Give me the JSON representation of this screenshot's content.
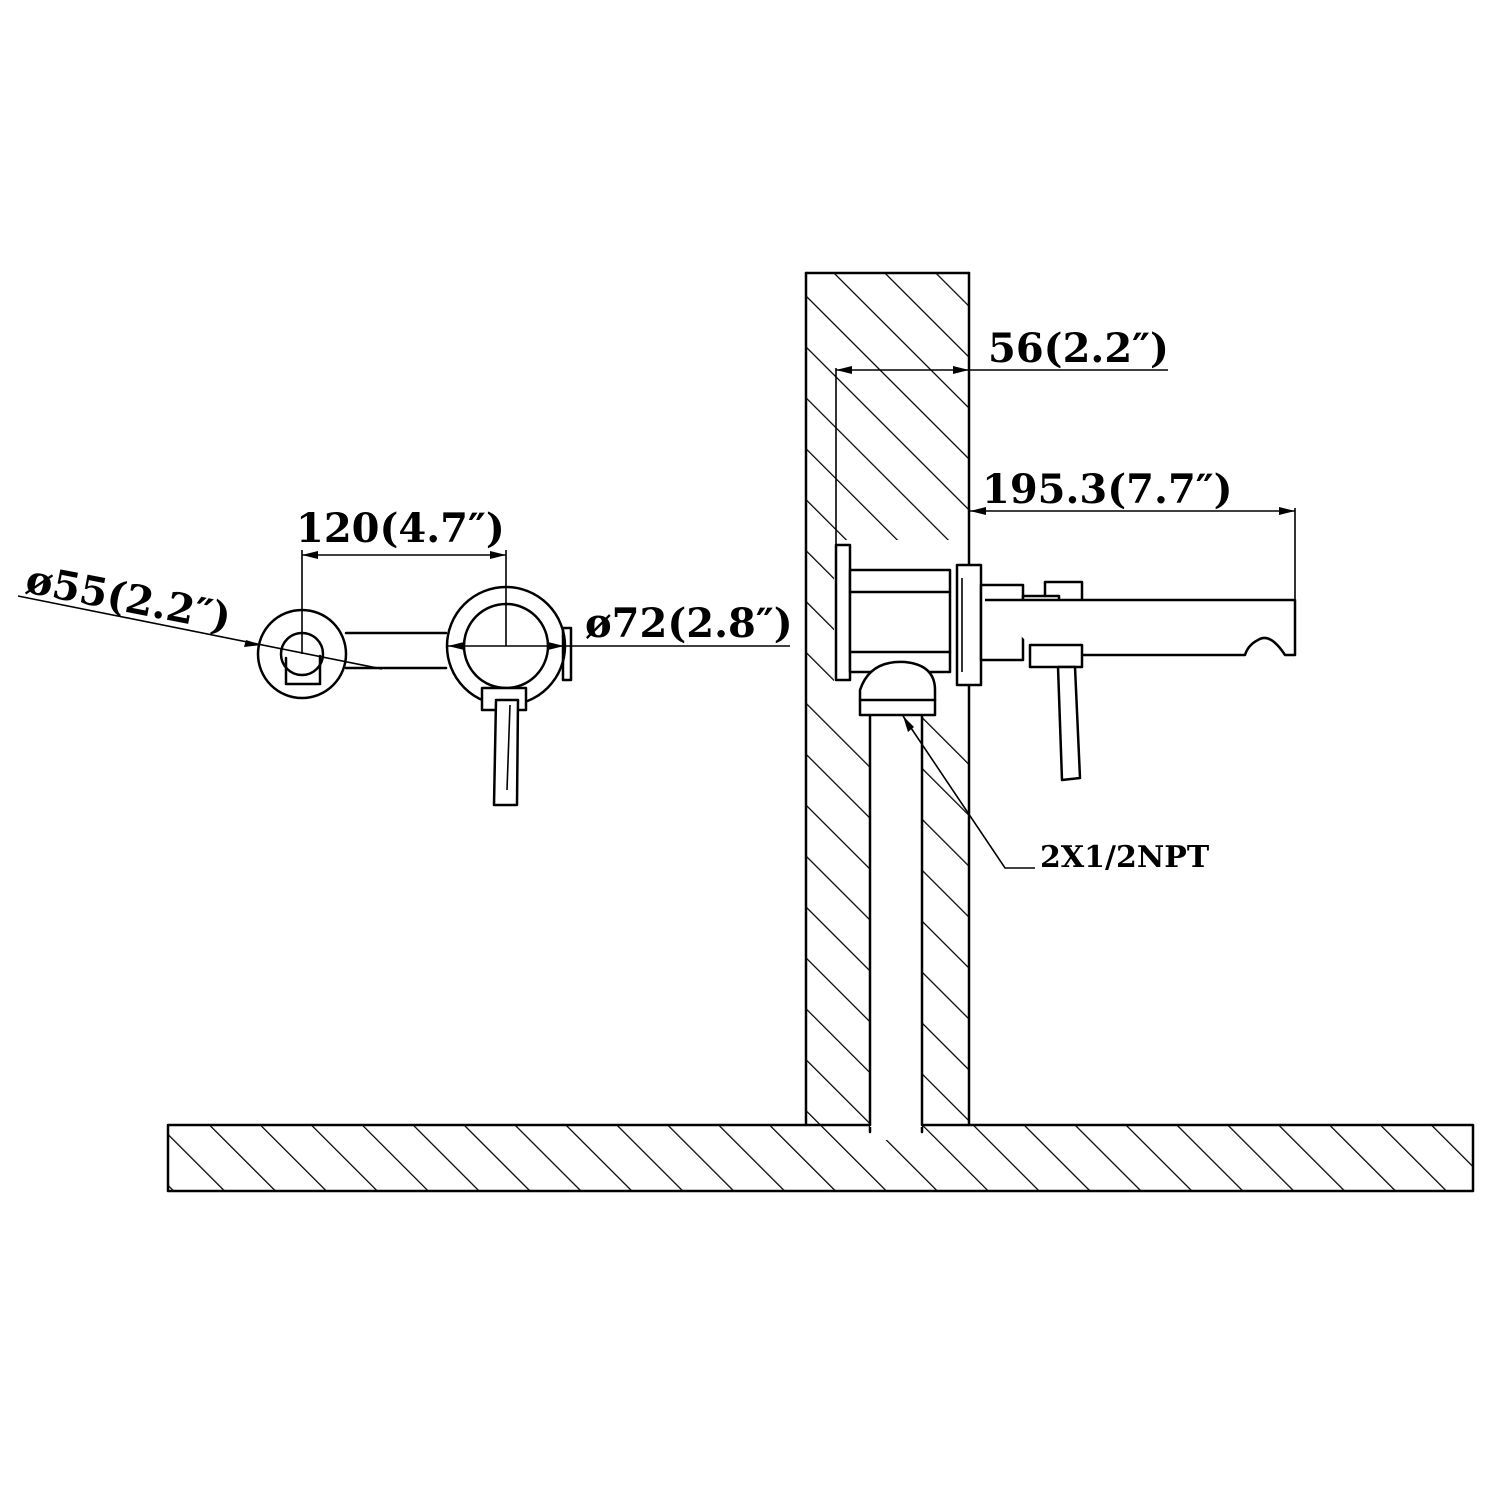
{
  "dimensions": {
    "outlet_diameter": "ø55(2.2″)",
    "center_distance": "120(4.7″)",
    "handle_diameter": "ø72(2.8″)",
    "wall_depth": "56(2.2″)",
    "spout_reach": "195.3(7.7″)",
    "inlet_thread": "2X1/2NPT"
  }
}
